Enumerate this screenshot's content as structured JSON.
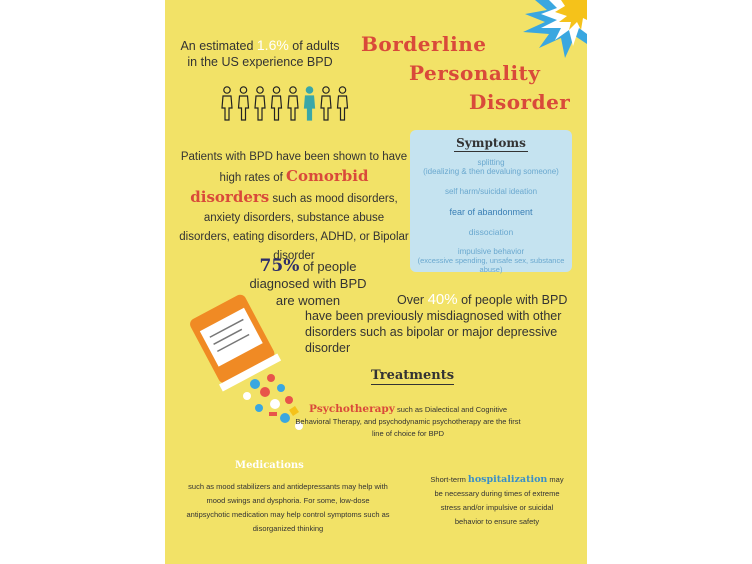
{
  "title": {
    "line1": "Borderline",
    "line2": "Personality",
    "line3": "Disorder"
  },
  "stat_prevalence": {
    "before": "An estimated ",
    "highlight": "1.6%",
    "after": " of adults in the US experience BPD"
  },
  "comorbid": {
    "before": "Patients with BPD have been shown to have high rates of ",
    "highlight": "Comorbid disorders",
    "after": " such as mood disorders, anxiety disorders, substance abuse disorders, eating disorders, ADHD, or Bipolar disorder"
  },
  "symptoms": {
    "title": "Symptoms",
    "items": [
      {
        "text": "splitting",
        "sub": "(idealizing & then devaluing someone)"
      },
      {
        "text": "self harm/suicidal ideation",
        "sub": ""
      },
      {
        "text": "fear of abandonment",
        "sub": ""
      },
      {
        "text": "dissociation",
        "sub": ""
      },
      {
        "text": "impulsive behavior",
        "sub": "(excessive spending, unsafe sex, substance abuse)"
      }
    ]
  },
  "stat_women": {
    "pct": "75%",
    "text": " of people diagnosed with BPD are women"
  },
  "stat_misdiag": {
    "before": "Over ",
    "pct": "40%",
    "after": " of people with BPD have been previously misdiagnosed with other disorders such as bipolar or major depressive disorder"
  },
  "treatments": {
    "title": "Treatments",
    "psychotherapy": {
      "key": "Psychotherapy",
      "text": " such as Dialectical and Cognitive Behavioral Therapy, and psychodynamic psychotherapy are the first line of choice for BPD"
    },
    "medications": {
      "title": "Medications",
      "text": "such as mood stabilizers and antidepressants may help with mood swings and dysphoria. For some, low-dose antipsychotic medication may help control symptoms such as disorganized thinking"
    },
    "hospitalization": {
      "before": "Short-term ",
      "key": "hospitalization",
      "after": " may be necessary during times of extreme stress and/or impulsive or suicidal behavior to ensure safety"
    }
  },
  "people_icons": {
    "total": 8,
    "highlighted_index": 5
  },
  "colors": {
    "background": "#f2e267",
    "accent_red": "#d94a3a",
    "symptoms_bg": "#c5e3f0",
    "highlight_blue": "#3aa7a8"
  }
}
